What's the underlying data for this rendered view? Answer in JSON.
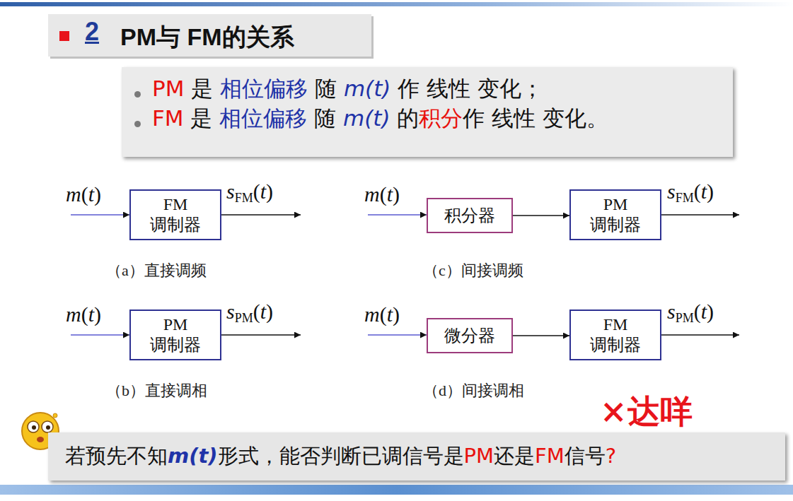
{
  "diagram": {
    "title": "PM与 FM的关系",
    "nodes": [
      {
        "text": [
          "PM 是 相位偏移 随 m(t) 作 线性 变化；",
          "FM 是 相位偏移 随 m(t) 的积分作 线性 变化。"
        ]
      },
      {
        "text": [
          "FM 调制器"
        ]
      },
      {
        "text": [
          "积分器"
        ]
      },
      {
        "text": [
          "PM 调制器"
        ]
      },
      {
        "text": [
          "PM 调制器"
        ]
      },
      {
        "text": [
          "微分器"
        ]
      },
      {
        "text": [
          "FM 调制器"
        ]
      },
      {
        "text": [
          "若预先不知m(t)形式，能否判断已调信号是PM还是FM信号?"
        ]
      }
    ],
    "edges": [
      {
        "from": 2,
        "to": 3,
        "arrow": "to"
      },
      {
        "from": 5,
        "to": 6,
        "arrow": "to"
      }
    ],
    "labels": [
      "2",
      "m(t)",
      "sFM(t)",
      "m(t)",
      "sFM(t)",
      "（a）直接调频",
      "（c）间接调频",
      "m(t)",
      "sPM(t)",
      "m(t)",
      "sPM(t)",
      "（b）直接调相",
      "（d）间接调相",
      "×达咩"
    ]
  }
}
